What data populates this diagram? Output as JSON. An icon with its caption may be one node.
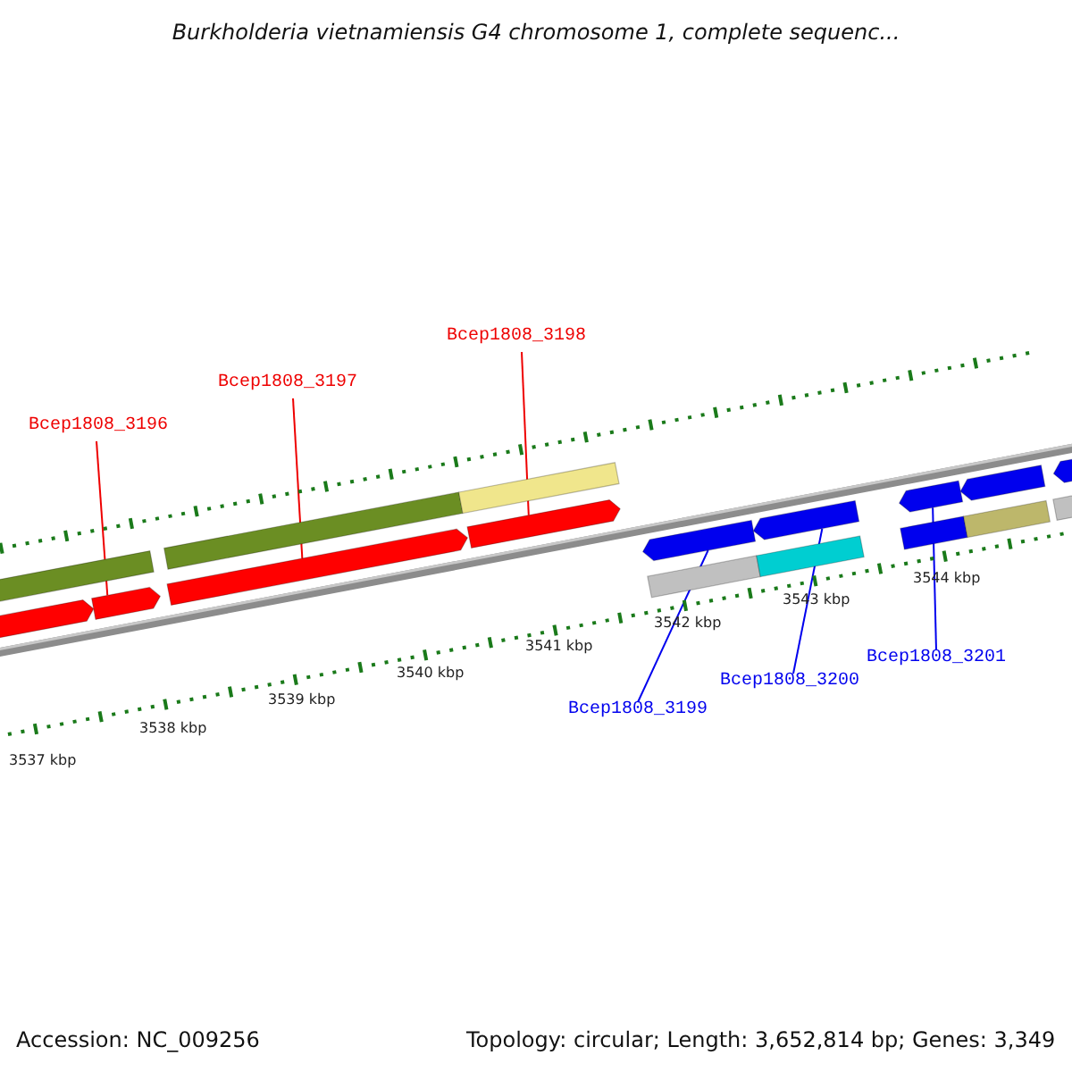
{
  "diagram": {
    "title": "Burkholderia vietnamiensis G4 chromosome 1, complete sequenc...",
    "nodes": [
      {
        "text": [
          "Bcep1808_3198"
        ]
      },
      {
        "text": [
          "Bcep1808_3197"
        ]
      },
      {
        "text": [
          "Bcep1808_3196"
        ]
      },
      {
        "text": [
          "Bcep1808_3201"
        ]
      },
      {
        "text": [
          "Bcep1808_3200"
        ]
      },
      {
        "text": [
          "Bcep1808_3199"
        ]
      },
      {
        "text": [],
        "shape": "arrow"
      },
      {
        "text": [],
        "shape": "arrow"
      },
      {
        "text": [],
        "shape": "arrow"
      },
      {
        "text": [],
        "shape": "arrow"
      },
      {
        "text": [],
        "shape": "arrow"
      },
      {
        "text": [],
        "shape": "arrow"
      }
    ],
    "edges": [
      {
        "from": 0,
        "to": 8,
        "arrow": "none"
      },
      {
        "from": 1,
        "to": 7,
        "arrow": "none"
      },
      {
        "from": 2,
        "to": 6,
        "arrow": "none"
      },
      {
        "from": 3,
        "to": 11,
        "arrow": "none",
        "color": "#0000ee"
      },
      {
        "from": 4,
        "to": 10,
        "arrow": "none",
        "color": "#0000ee"
      },
      {
        "from": 5,
        "to": 9,
        "arrow": "none",
        "color": "#0000ee"
      }
    ],
    "labels": [
      "3537 kbp",
      "3538 kbp",
      "3539 kbp",
      "3540 kbp",
      "3541 kbp",
      "3542 kbp",
      "3543 kbp",
      "3544 kbp",
      "Accession: NC_009256",
      "Topology: circular; Length: 3,652,814 bp; Genes: 3,349"
    ]
  }
}
